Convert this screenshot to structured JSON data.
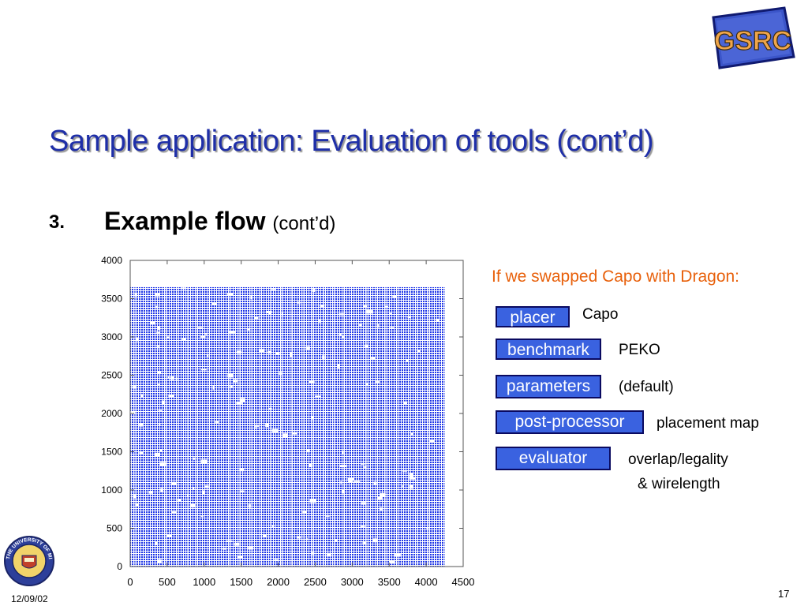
{
  "header": {
    "logo_text": "GSRC"
  },
  "slide": {
    "title_main": "Sample application: Evaluation of tools",
    "title_cont": "(cont’d)",
    "bullet_number": "3.",
    "bullet_heading": "Example flow",
    "bullet_cont": "(cont’d)"
  },
  "flow": {
    "heading": "If we swapped Capo with Dragon:",
    "rows": [
      {
        "label": "placer",
        "value": "Capo"
      },
      {
        "label": "benchmark",
        "value": "PEKO"
      },
      {
        "label": "parameters",
        "value": "(default)"
      },
      {
        "label": "post-processor",
        "value": "placement map"
      },
      {
        "label": "evaluator",
        "value": "overlap/legality",
        "value2": "& wirelength"
      }
    ],
    "colors": {
      "box_fill": "#3a62e0",
      "box_border": "#0a0a60",
      "heading": "#e8610c"
    }
  },
  "chart_data": {
    "type": "scatter",
    "title": "",
    "xlabel": "",
    "ylabel": "",
    "xlim": [
      0,
      4500
    ],
    "ylim": [
      0,
      4000
    ],
    "x_ticks": [
      0,
      500,
      1000,
      1500,
      2000,
      2500,
      3000,
      3500,
      4000,
      4500
    ],
    "y_ticks": [
      0,
      500,
      1000,
      1500,
      2000,
      2500,
      3000,
      3500,
      4000
    ],
    "placement_region": {
      "x_min": 0,
      "x_max": 4250,
      "y_min": 0,
      "y_max": 3650
    },
    "grid": false,
    "color": "#1f36e6"
  },
  "footer": {
    "date": "12/09/02",
    "page_number": "17",
    "seal_text": "THE UNIVERSITY OF MICHIGAN"
  }
}
